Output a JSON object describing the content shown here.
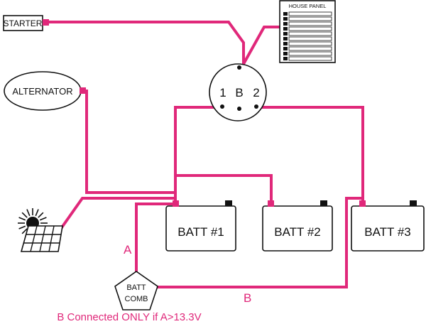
{
  "components": {
    "starter": "STARTER",
    "house_panel": "HOUSE PANEL",
    "alternator": "ALTERNATOR",
    "switch": {
      "pos1": "1",
      "posB": "B",
      "pos2": "2"
    },
    "batt1": "BATT #1",
    "batt2": "BATT #2",
    "batt3": "BATT #3",
    "batt_comb_line1": "BATT",
    "batt_comb_line2": "COMB"
  },
  "labels": {
    "wire_a": "A",
    "wire_b": "B",
    "note": "B Connected ONLY if A>13.3V"
  },
  "colors": {
    "wire": "#e0287a",
    "terminal_black": "#111111"
  }
}
